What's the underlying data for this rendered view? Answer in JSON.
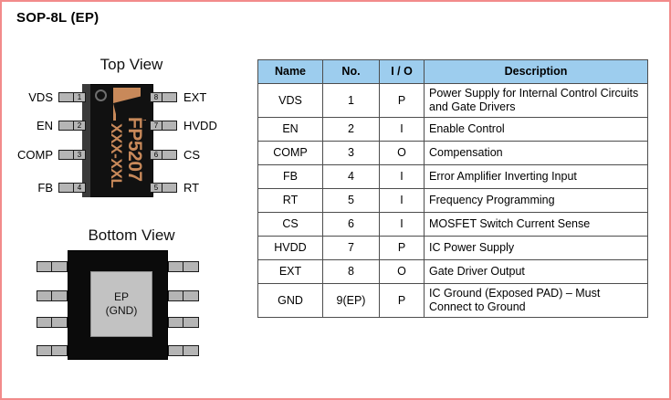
{
  "package": {
    "title": "SOP-8L (EP)",
    "accent_header_color": "#9DCDEE",
    "border_color": "#F28B8B",
    "logo_color": "#C8895A"
  },
  "top_view": {
    "caption": "Top View",
    "marking_part": "FP5207",
    "marking_lot": "XXX-XXL",
    "left_pins": [
      {
        "label": "VDS",
        "number": "1"
      },
      {
        "label": "EN",
        "number": "2"
      },
      {
        "label": "COMP",
        "number": "3"
      },
      {
        "label": "FB",
        "number": "4"
      }
    ],
    "right_pins": [
      {
        "label": "EXT",
        "number": "8"
      },
      {
        "label": "HVDD",
        "number": "7"
      },
      {
        "label": "CS",
        "number": "6"
      },
      {
        "label": "RT",
        "number": "5"
      }
    ]
  },
  "bottom_view": {
    "caption": "Bottom View",
    "pad_label_line1": "EP",
    "pad_label_line2": "(GND)"
  },
  "pin_table": {
    "headers": [
      "Name",
      "No.",
      "I / O",
      "Description"
    ],
    "rows": [
      {
        "name": "VDS",
        "no": "1",
        "io": "P",
        "desc": "Power Supply for Internal Control Circuits and Gate Drivers"
      },
      {
        "name": "EN",
        "no": "2",
        "io": "I",
        "desc": "Enable Control"
      },
      {
        "name": "COMP",
        "no": "3",
        "io": "O",
        "desc": "Compensation"
      },
      {
        "name": "FB",
        "no": "4",
        "io": "I",
        "desc": "Error Amplifier Inverting Input"
      },
      {
        "name": "RT",
        "no": "5",
        "io": "I",
        "desc": "Frequency Programming"
      },
      {
        "name": "CS",
        "no": "6",
        "io": "I",
        "desc": "MOSFET Switch Current Sense"
      },
      {
        "name": "HVDD",
        "no": "7",
        "io": "P",
        "desc": "IC Power Supply"
      },
      {
        "name": "EXT",
        "no": "8",
        "io": "O",
        "desc": "Gate Driver Output"
      },
      {
        "name": "GND",
        "no": "9(EP)",
        "io": "P",
        "desc": "IC Ground (Exposed PAD) – Must Connect to Ground"
      }
    ]
  }
}
